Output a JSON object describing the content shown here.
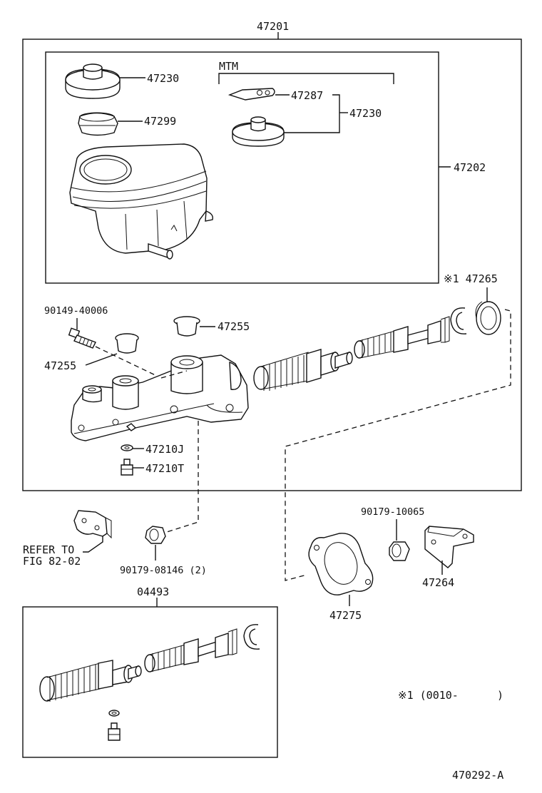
{
  "labels": {
    "top_assembly": "47201",
    "reservoir_assembly": "47202",
    "cap": "47230",
    "strainer": "47299",
    "mtm": "MTM",
    "mtm_plate": "47287",
    "mtm_cap": "47230",
    "note_ref_part": "※1 47265",
    "bolt": "90149-40006",
    "grommet_right": "47255",
    "grommet_left": "47255",
    "gasket": "47210J",
    "bleeder": "47210T",
    "refer_line1": "REFER TO",
    "refer_line2": "FIG 82-02",
    "nut_bottom": "90179-08146 (2)",
    "nut_right": "90179-10065",
    "bracket_right": "47264",
    "kit": "04493",
    "flange_gasket": "47275",
    "footnote": "※1 (0010-      )",
    "figure_code": "470292-A"
  },
  "colors": {
    "ink": "#111111",
    "paper": "#ffffff"
  }
}
